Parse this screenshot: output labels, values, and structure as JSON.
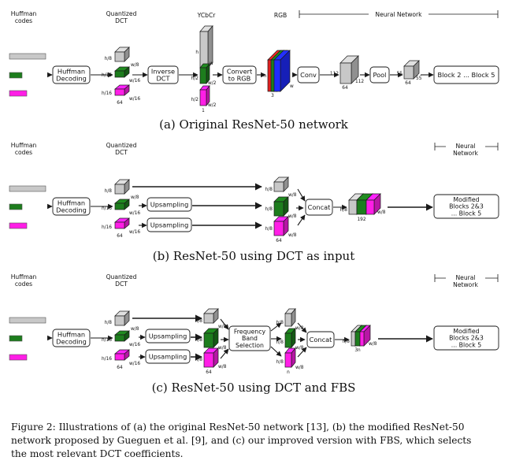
{
  "colors": {
    "gray": "#c8c8c8",
    "green": "#1d7d1d",
    "magenta": "#ff1ee6",
    "blue": "#1f2bff",
    "red": "#e02020",
    "stroke": "#1a1a1a"
  },
  "diagrams": [
    {
      "caption": "(a) Original ResNet-50 network",
      "headers": {
        "codes": [
          "Huffman",
          "codes"
        ],
        "qdct": [
          "Quantized",
          "DCT"
        ],
        "ycbcr": "YCbCr",
        "rgb": "RGB",
        "nn": "Neural Network"
      },
      "boxes": {
        "huffman": [
          "Huffman",
          "Decoding"
        ],
        "inverse": [
          "Inverse",
          "DCT"
        ],
        "convert": [
          "Convert",
          "to RGB"
        ],
        "conv": "Conv",
        "pool": "Pool",
        "blocks": "Block 2 ... Block 5"
      },
      "labels": {
        "q1_h": "h/8",
        "q1_w": "w/8",
        "q2_h": "h/16",
        "q2_w": "w/16",
        "q3_h": "h/16",
        "q3_w": "w/16",
        "q_c": "64",
        "y_h": "h",
        "y_w": "w",
        "cb_h": "h/2",
        "cb_w": "w/2",
        "cr_h": "h/2",
        "cr_w": "w/2",
        "ycc_c": "1",
        "rgb_h": "h",
        "rgb_w": "w",
        "rgb_c": "3",
        "c1_h": "112",
        "c1_w": "112",
        "c1_c": "64",
        "p_h": "55",
        "p_w": "55",
        "p_c": "64"
      }
    },
    {
      "caption": "(b) ResNet-50 using DCT as input",
      "headers": {
        "codes": [
          "Huffman",
          "codes"
        ],
        "qdct": [
          "Quantized",
          "DCT"
        ],
        "nn": [
          "Neural",
          "Network"
        ]
      },
      "boxes": {
        "huffman": [
          "Huffman",
          "Decoding"
        ],
        "up1": "Upsampling",
        "up2": "Upsampling",
        "concat": "Concat",
        "blocks": [
          "Modified",
          "Blocks 2&3",
          "... Block 5"
        ]
      },
      "labels": {
        "q1_h": "h/8",
        "q1_w": "w/8",
        "q2_h": "h/16",
        "q2_w": "w/16",
        "q3_h": "h/16",
        "q3_w": "w/16",
        "q_c": "64",
        "r1_h": "h/8",
        "r1_w": "w/8",
        "r2_h": "h/8",
        "r2_w": "w/8",
        "r3_h": "h/8",
        "r3_w": "w/8",
        "r_c": "64",
        "cat_h": "h/8",
        "cat_w": "w/8",
        "cat_c": "192"
      }
    },
    {
      "caption": "(c) ResNet-50 using DCT and FBS",
      "headers": {
        "codes": [
          "Huffman",
          "codes"
        ],
        "qdct": [
          "Quantized",
          "DCT"
        ],
        "nn": [
          "Neural",
          "Network"
        ]
      },
      "boxes": {
        "huffman": [
          "Huffman",
          "Decoding"
        ],
        "up1": "Upsampling",
        "up2": "Upsampling",
        "fbs": [
          "Frequency",
          "Band",
          "Selection"
        ],
        "concat": "Concat",
        "blocks": [
          "Modified",
          "Blocks 2&3",
          "... Block 5"
        ]
      },
      "labels": {
        "q1_h": "h/8",
        "q1_w": "w/8",
        "q2_h": "h/16",
        "q2_w": "w/16",
        "q3_h": "h/16",
        "q3_w": "w/16",
        "q_c": "64",
        "r1_h": "h/8",
        "r1_w": "w/8",
        "r2_h": "h/8",
        "r2_w": "w/8",
        "r3_h": "h/8",
        "r3_w": "w/8",
        "r_c": "64",
        "s1_h": "h/8",
        "s1_w": "w/8",
        "s2_h": "h/8",
        "s2_w": "w/8",
        "s3_h": "h/8",
        "s3_w": "w/8",
        "s_c": "n",
        "cat_h": "h/8",
        "cat_w": "w/8",
        "cat_c": "3n"
      }
    }
  ],
  "figure_caption": {
    "line1": "Figure 2: Illustrations of (a) the original ResNet-50 network [13], (b) the modified ResNet-50",
    "line2": "network proposed by Gueguen et al. [9], and (c) our improved version with FBS, which selects",
    "line3": "the most relevant DCT coefficients."
  }
}
